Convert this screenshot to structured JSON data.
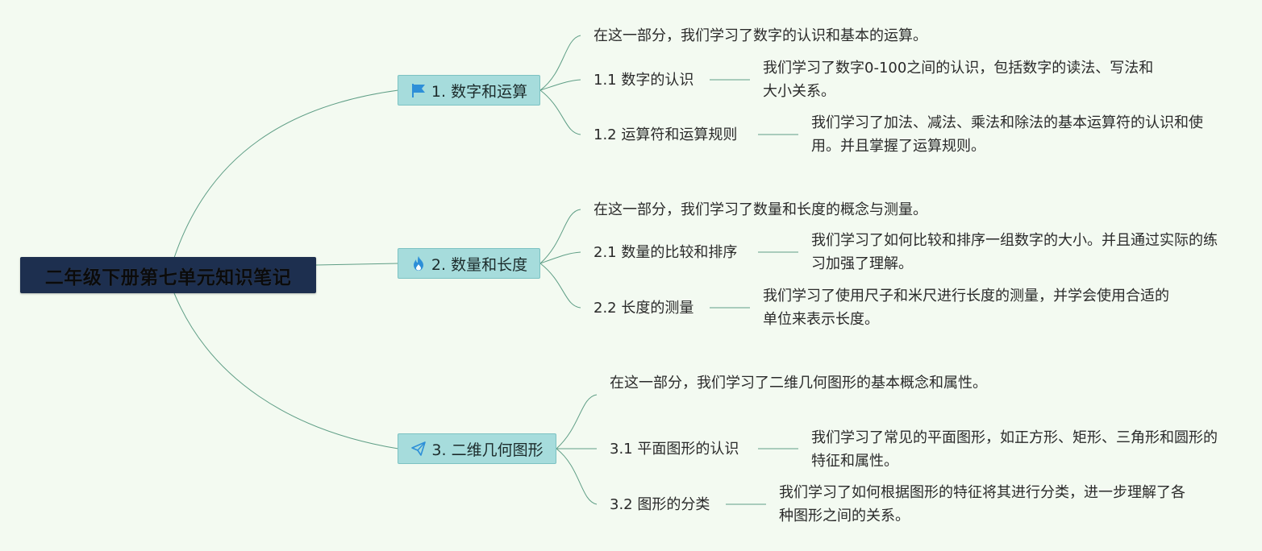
{
  "root": {
    "title": "二年级下册第七单元知识笔记"
  },
  "topics": [
    {
      "label": "1. 数字和运算",
      "icon": "flag-icon",
      "intro": "在这一部分，我们学习了数字的认识和基本的运算。",
      "subs": [
        {
          "label": "1.1 数字的认识",
          "detail": "我们学习了数字0-100之间的认识，包括数字的读法、写法和大小关系。"
        },
        {
          "label": "1.2 运算符和运算规则",
          "detail": "我们学习了加法、减法、乘法和除法的基本运算符的认识和使用。并且掌握了运算规则。"
        }
      ]
    },
    {
      "label": "2. 数量和长度",
      "icon": "fire-icon",
      "intro": "在这一部分，我们学习了数量和长度的概念与测量。",
      "subs": [
        {
          "label": "2.1 数量的比较和排序",
          "detail": "我们学习了如何比较和排序一组数字的大小。并且通过实际的练习加强了理解。"
        },
        {
          "label": "2.2 长度的测量",
          "detail": "我们学习了使用尺子和米尺进行长度的测量，并学会使用合适的单位来表示长度。"
        }
      ]
    },
    {
      "label": "3. 二维几何图形",
      "icon": "paper-plane-icon",
      "intro": "在这一部分，我们学习了二维几何图形的基本概念和属性。",
      "subs": [
        {
          "label": "3.1 平面图形的认识",
          "detail": "我们学习了常见的平面图形，如正方形、矩形、三角形和圆形的特征和属性。"
        },
        {
          "label": "3.2 图形的分类",
          "detail": "我们学习了如何根据图形的特征将其进行分类，进一步理解了各种图形之间的关系。"
        }
      ]
    }
  ],
  "colors": {
    "background": "#f3faf1",
    "root_fill": "#1d2f4f",
    "topic_fill": "#a6dcdc",
    "connector": "#5f9e86",
    "icon_blue": "#2d8fd8"
  }
}
